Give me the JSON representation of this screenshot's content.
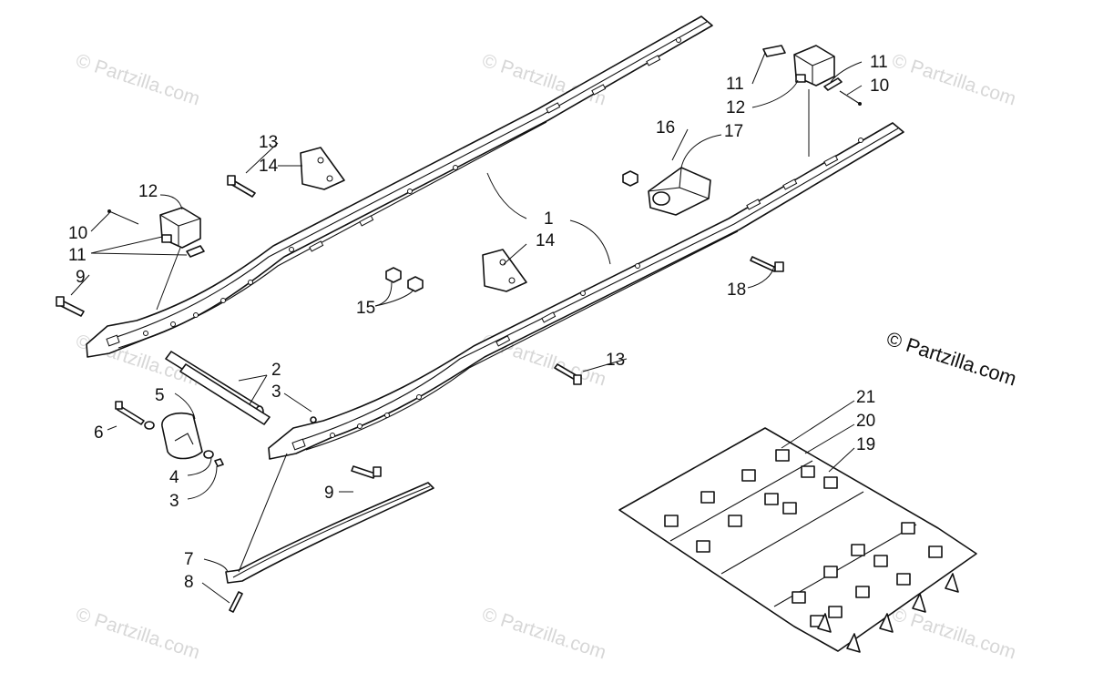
{
  "watermark": "© Partzilla.com",
  "brand": "© Partzilla.com",
  "callouts": [
    "1",
    "2",
    "3",
    "4",
    "5",
    "6",
    "7",
    "8",
    "9",
    "10",
    "11",
    "12",
    "13",
    "14",
    "15",
    "16",
    "17",
    "18",
    "19",
    "20",
    "21"
  ]
}
